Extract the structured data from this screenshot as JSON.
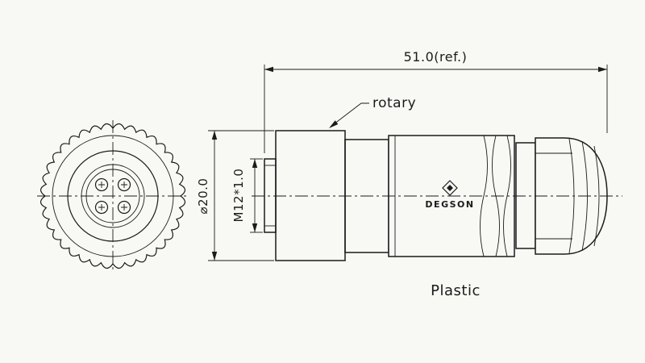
{
  "dimensions": {
    "overall_length": "51.0(ref.)",
    "outer_diameter": "⌀20.0",
    "thread_spec": "M12*1.0"
  },
  "labels": {
    "rotary": "rotary",
    "material": "Plastic",
    "brand": "DEGSON"
  },
  "colors": {
    "line": "#1b1b1b",
    "background": "#f8f8f5"
  }
}
